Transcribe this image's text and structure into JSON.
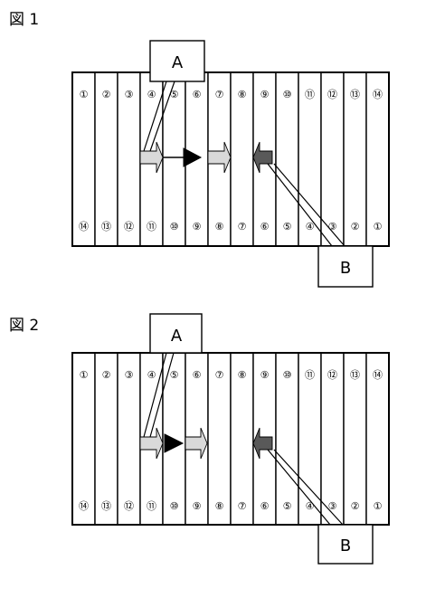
{
  "figures": [
    {
      "title": "図 1",
      "top_numbers": [
        "①",
        "②",
        "③",
        "④",
        "⑤",
        "⑥",
        "⑦",
        "⑧",
        "⑨",
        "⑩",
        "⑪",
        "⑫",
        "⑬",
        "⑭"
      ],
      "bottom_numbers": [
        "⑭",
        "⑬",
        "⑫",
        "⑪",
        "⑩",
        "⑨",
        "⑧",
        "⑦",
        "⑥",
        "⑤",
        "④",
        "③",
        "②",
        "①"
      ],
      "callout_a": "A",
      "callout_b": "B"
    },
    {
      "title": "図 2",
      "top_numbers": [
        "①",
        "②",
        "③",
        "④",
        "⑤",
        "⑥",
        "⑦",
        "⑧",
        "⑨",
        "⑩",
        "⑪",
        "⑫",
        "⑬",
        "⑭"
      ],
      "bottom_numbers": [
        "⑭",
        "⑬",
        "⑫",
        "⑪",
        "⑩",
        "⑨",
        "⑧",
        "⑦",
        "⑥",
        "⑤",
        "④",
        "③",
        "②",
        "①"
      ],
      "callout_a": "A",
      "callout_b": "B"
    }
  ],
  "colors": {
    "light_arrow": "#d9d9d9",
    "dark_arrow": "#595959",
    "black_arrow": "#000000"
  }
}
